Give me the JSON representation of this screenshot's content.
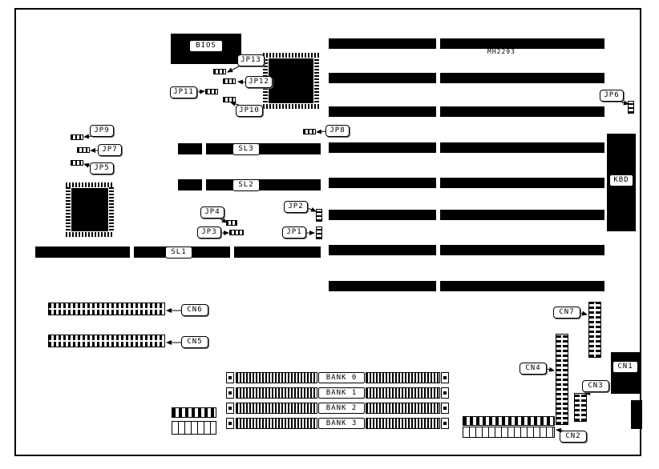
{
  "colors": {
    "ink": "#000000",
    "paper": "#ffffff"
  },
  "board": {
    "model": "MH2293"
  },
  "labels": {
    "bios": "BIOS",
    "kbd": "KBD",
    "jp1": "JP1",
    "jp2": "JP2",
    "jp3": "JP3",
    "jp4": "JP4",
    "jp5": "JP5",
    "jp6": "JP6",
    "jp7": "JP7",
    "jp8": "JP8",
    "jp9": "JP9",
    "jp10": "JP10",
    "jp11": "JP11",
    "jp12": "JP12",
    "jp13": "JP13",
    "sl1": "SL1",
    "sl2": "SL2",
    "sl3": "SL3",
    "cn1": "CN1",
    "cn2": "CN2",
    "cn3": "CN3",
    "cn4": "CN4",
    "cn5": "CN5",
    "cn6": "CN6",
    "cn7": "CN7",
    "bank0": "BANK 0",
    "bank1": "BANK 1",
    "bank2": "BANK 2",
    "bank3": "BANK 3"
  }
}
